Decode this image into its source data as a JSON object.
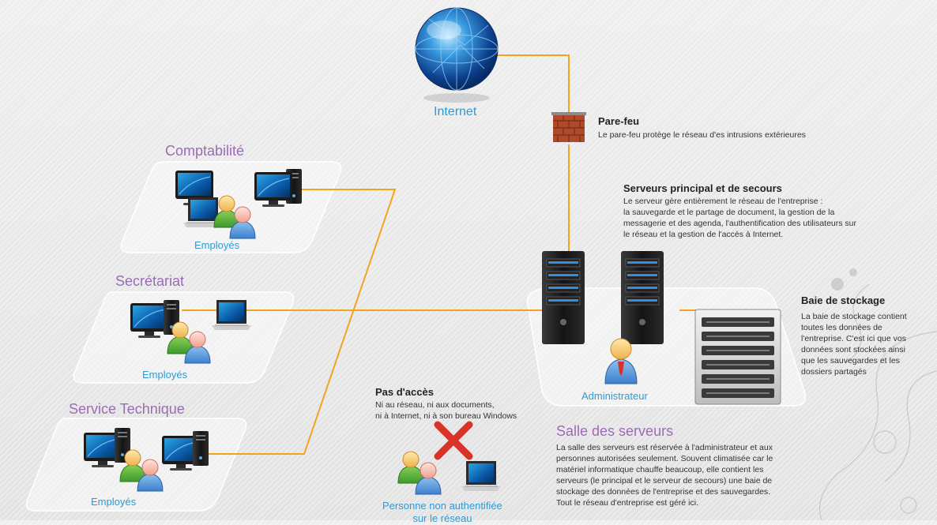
{
  "internet": {
    "label": "Internet"
  },
  "firewall": {
    "title": "Pare-feu",
    "text": "Le pare-feu protège le réseau d'es intrusions extérieures"
  },
  "servers": {
    "title": "Serveurs principal et de secours",
    "lines": [
      "Le serveur gère entièrement le réseau de l'entreprise :",
      "la sauvegarde et le partage de document, la gestion de la",
      "messagerie et des agenda, l'authentification des utilisateurs sur",
      "le réseau et la gestion de l'accès à Internet."
    ]
  },
  "storage": {
    "title": "Baie de stockage",
    "lines": [
      "La baie de stockage contient",
      "toutes les données de",
      "l'entreprise. C'est ici que vos",
      "données sont stockées ainsi",
      "que les sauvegardes et les",
      "dossiers partagés"
    ]
  },
  "server_room": {
    "admin_label": "Administrateur",
    "title": "Salle des serveurs",
    "lines": [
      "La salle des serveurs est réservée à l'administrateur et aux",
      "personnes autorisées seulement.  Souvent climatisée car le",
      "matériel informatique chauffe beaucoup, elle contient les",
      "serveurs (le principal et le serveur de secours) une baie de",
      "stockage des données de l'entreprise et des sauvegardes.",
      "Tout le réseau d'entreprise est géré ici."
    ]
  },
  "departments": [
    {
      "title": "Comptabilité",
      "employees": "Employés"
    },
    {
      "title": "Secrétariat",
      "employees": "Employés"
    },
    {
      "title": "Service Technique",
      "employees": "Employés"
    }
  ],
  "no_access": {
    "title": "Pas d'accès",
    "lines": [
      "Ni au réseau, ni aux documents,",
      "ni à Internet, ni à son bureau Windows"
    ],
    "person_lines": [
      "Personne non authentifiée",
      "sur le réseau"
    ]
  },
  "colors": {
    "link": "#f4a31f",
    "zone_title": "#9b6bb5",
    "employee_label": "#2e9ad3",
    "deny_cross": "#d9322b"
  }
}
